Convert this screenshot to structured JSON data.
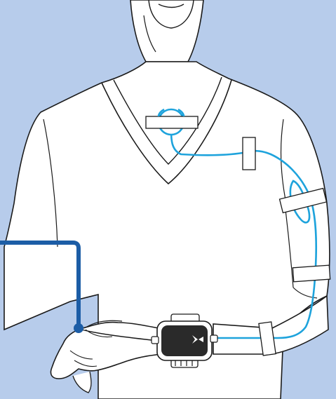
{
  "figure": {
    "subject": "wrist-worn-device-with-chest-sensor",
    "colors": {
      "background": "#b7cceb",
      "outline": "#1a1a1a",
      "skin_and_shirt": "#ffffff",
      "sensor_cable": "#1ea3dc",
      "pointer_line": "#1c5da6",
      "device_body": "#2a2a2a",
      "device_frame": "#ffffff",
      "tape": "#ffffff"
    },
    "icons": [
      "torso-figure",
      "chest-sensor-ring",
      "adhesive-tape-strip",
      "sensor-cable",
      "wrist-monitor-device",
      "pointer-callout-line"
    ]
  }
}
